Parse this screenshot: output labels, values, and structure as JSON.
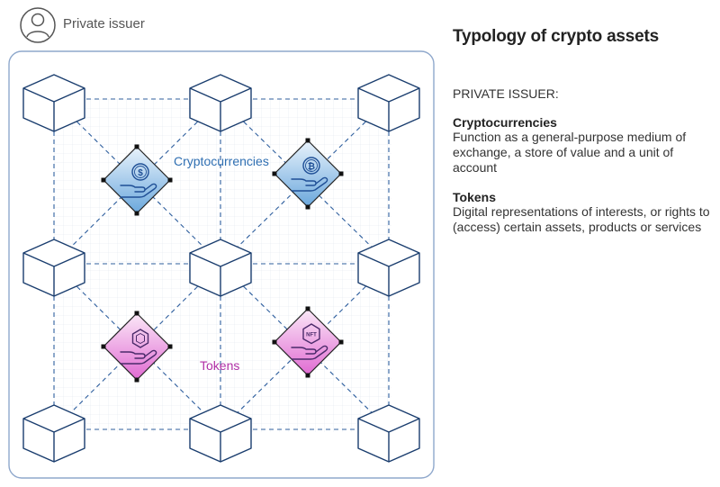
{
  "header": {
    "issuer_label": "Private issuer"
  },
  "diagram": {
    "labels": {
      "cryptocurrencies": "Cryptocurrencies",
      "tokens": "Tokens"
    },
    "colors": {
      "frame": "#8fa8cc",
      "connector": "#2f5f9e",
      "crypto_label": "#2f6fb2",
      "token_label": "#b02fa6"
    },
    "badge_icons": [
      "dollar-coin-hand-icon",
      "bitcoin-coin-hand-icon",
      "hexagon-token-hand-icon",
      "nft-hand-icon"
    ]
  },
  "panel": {
    "title": "Typology of crypto assets",
    "subheading": "PRIVATE ISSUER:",
    "sections": [
      {
        "title": "Cryptocurrencies",
        "description": "Function as a general-purpose medium of exchange, a store of value and a unit of account"
      },
      {
        "title": "Tokens",
        "description": "Digital representations of interests, or rights to (access) certain assets, products or services"
      }
    ]
  }
}
